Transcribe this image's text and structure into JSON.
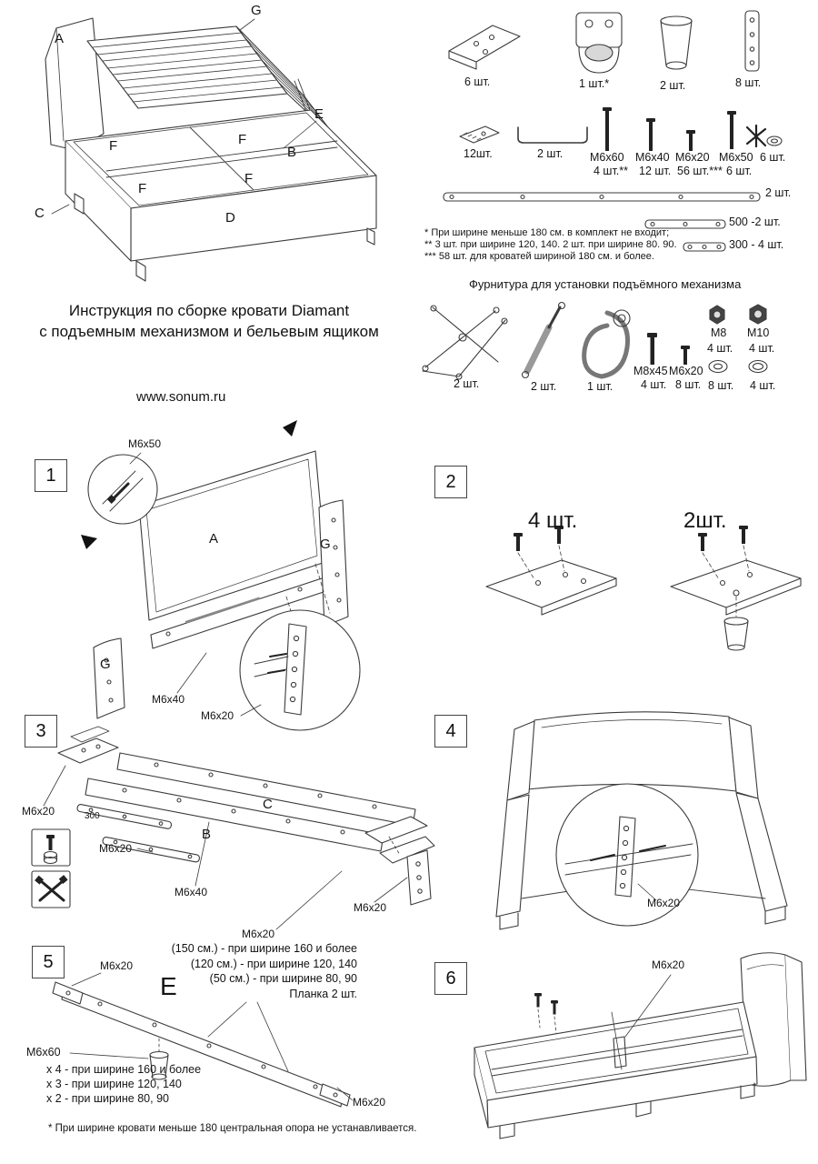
{
  "header": {
    "title_line1": "Инструкция по сборке кровати Diamant",
    "title_line2": "с подъемным механизмом и бельевым ящиком",
    "website": "www.sonum.ru"
  },
  "overview_labels": {
    "a": "A",
    "b": "B",
    "c": "C",
    "d": "D",
    "e": "E",
    "f": "F",
    "g": "G"
  },
  "hardware": {
    "corner_bracket_qty": "6 шт.",
    "headboard_bracket_qty": "1 шт.*",
    "leg_qty": "2 шт.",
    "plate_qty": "8 шт.",
    "small_bracket_qty": "12шт.",
    "wire_qty": "2 шт.",
    "bolt_m6x60": {
      "label": "М6х60",
      "qty": "4 шт.**"
    },
    "bolt_m6x40": {
      "label": "М6х40",
      "qty": "12 шт."
    },
    "bolt_m6x20": {
      "label": "М6х20",
      "qty": "56 шт.***"
    },
    "bolt_m6x50": {
      "label": "М6х50",
      "qty": "6 шт."
    },
    "washer_qty": "6 шт.",
    "rail_long_qty": "2 шт.",
    "rail_500": "500 -2 шт.",
    "rail_300": "300 - 4 шт.",
    "footnote_1": "* При ширине меньше 180 см. в комплект не входит;",
    "footnote_2": "** 3 шт. при ширине  120, 140. 2 шт. при ширине 80. 90.",
    "footnote_3": "*** 58 шт. для кроватей шириной 180 см. и более."
  },
  "lift_hardware": {
    "title": "Фурнитура для установки подъёмного механизма",
    "mechanism_qty": "2 шт.",
    "gas_strut_qty": "2 шт.",
    "strap_qty": "1 шт.",
    "bolt_m8x45": {
      "label": "М8х45",
      "qty": "4 шт."
    },
    "bolt_m6x20": {
      "label": "М6х20",
      "qty": "8 шт."
    },
    "nut_m8": {
      "label": "М8",
      "qty": "4 шт."
    },
    "nut_m10": {
      "label": "М10",
      "qty": "4 шт."
    },
    "washer_8_qty": "8 шт.",
    "washer_4_qty": "4 шт."
  },
  "steps": {
    "s1": {
      "num": "1",
      "m6x50": "М6х50",
      "a": "A",
      "g": "G",
      "m6x40": "М6х40",
      "m6x20": "М6х20"
    },
    "s2": {
      "num": "2",
      "qty_corner": "4 шт.",
      "qty_leg": "2шт."
    },
    "s3": {
      "num": "3",
      "b": "B",
      "c": "C",
      "m6x20": "М6х20",
      "r300": "300",
      "m6x40": "М6х40"
    },
    "s4": {
      "num": "4",
      "m6x20": "М6х20"
    },
    "s5": {
      "num": "5",
      "m6x20": "М6х20",
      "e": "E",
      "size_note_1": "(150 см.) - при ширине 160 и более",
      "size_note_2": "(120 см.) - при ширине 120, 140",
      "size_note_3": "(50 см.) - при ширине 80, 90",
      "size_note_4": "Планка 2 шт.",
      "bolt_label": "М6х60",
      "bolt_note_1": "х 4 - при ширине 160 и более",
      "bolt_note_2": "х 3 - при ширине 120, 140",
      "bolt_note_3": "х 2 - при ширине 80, 90",
      "footnote": "* При ширине кровати меньше 180 центральная опора не устанавливается."
    },
    "s6": {
      "num": "6",
      "m6x20": "М6х20"
    }
  }
}
